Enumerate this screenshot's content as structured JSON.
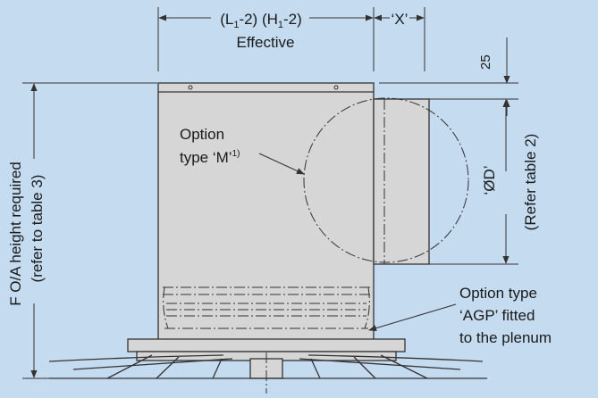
{
  "diagram": {
    "colors": {
      "background": "#c4dbf0",
      "box_fill": "#d6d6d6",
      "line": "#333333"
    },
    "labels": {
      "top_dimension_prefix": "(L",
      "top_dimension_mid": "-2) (H",
      "top_dimension_suffix": "-2)",
      "subscript_1": "1",
      "effective": "Effective",
      "x_dim": "‘X’",
      "dim_25": "25",
      "option_line1": "Option",
      "option_line2": "type ‘M’",
      "option_superscript": "1)",
      "diameter": "‘ØD’",
      "refer_table_2": "(Refer table 2)",
      "oa_height": "F O/A height required",
      "refer_table_3": "(refer to table 3)",
      "agp_line1": "Option type",
      "agp_line2": "‘AGP’ fitted",
      "agp_line3": "to the plenum"
    }
  }
}
